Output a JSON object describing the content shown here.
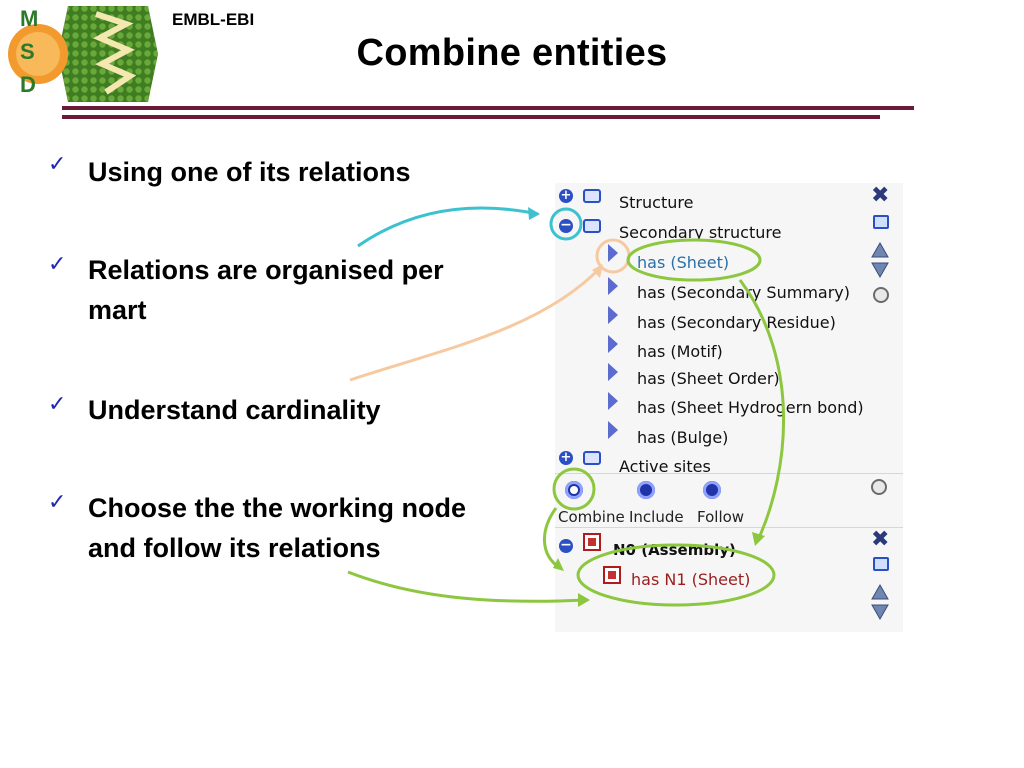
{
  "header": {
    "org": "EMBL-EBI",
    "title": "Combine entities",
    "logo_letters": [
      "M",
      "S",
      "D"
    ]
  },
  "bullets": [
    {
      "text": "Using one of its relations"
    },
    {
      "text": "Relations are organised per mart"
    },
    {
      "text": "Understand cardinality"
    },
    {
      "text": "Choose the the working node and follow its relations"
    }
  ],
  "panel": {
    "tree": {
      "structure": "Structure",
      "secondary_structure": "Secondary structure",
      "relations": [
        "has (Sheet)",
        "has (Secondary Summary)",
        "has (Secondary Residue)",
        "has (Motif)",
        "has (Sheet Order)",
        "has (Sheet Hydrogern bond)",
        "has (Bulge)"
      ],
      "active_sites": "Active sites"
    },
    "modes": {
      "combine": "Combine",
      "include": "Include",
      "follow": "Follow",
      "selected": "Combine"
    },
    "node": {
      "title": "N0 (Assembly)",
      "relation": "has N1 (Sheet)"
    }
  },
  "colors": {
    "title_rule": "#6b1a3a",
    "check": "#1e2bb0",
    "annot_teal": "#3cc2cf",
    "annot_peach": "#f7c9a0",
    "annot_green": "#8dc63f"
  }
}
